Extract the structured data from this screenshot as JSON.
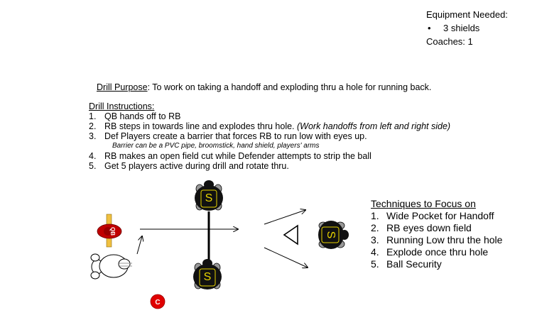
{
  "equipment": {
    "heading": "Equipment Needed:",
    "items": [
      "3 shields"
    ],
    "coaches": "Coaches:  1"
  },
  "purpose": {
    "label": "Drill Purpose",
    "text": ": To work on taking a handoff  and exploding thru a hole for running back."
  },
  "instructions": {
    "heading": "Drill Instructions:",
    "steps": [
      {
        "num": "1.",
        "text": "QB hands off to RB"
      },
      {
        "num": "2.",
        "text": "RB steps in towards line and explodes thru hole. ",
        "italic": "(Work handoffs from left and right side)"
      },
      {
        "num": "3.",
        "text": "Def Players create a barrier that forces RB to run low with eyes up."
      },
      {
        "num": "4.",
        "text": "RB makes an open field cut while Defender attempts to strip the ball"
      },
      {
        "num": "5.",
        "text": "Get 5 players active during drill and rotate thru."
      }
    ],
    "note": "Barrier can be a PVC pipe, broomstick, hand shield, players' arms"
  },
  "techniques": {
    "heading": "Techniques to Focus on",
    "items": [
      {
        "num": "1.",
        "text": "Wide Pocket for Handoff"
      },
      {
        "num": "2.",
        "text": "RB eyes down field"
      },
      {
        "num": "3.",
        "text": "Running Low thru the hole"
      },
      {
        "num": "4.",
        "text": "Explode once thru hole"
      },
      {
        "num": "5.",
        "text": "Ball Security"
      }
    ]
  },
  "diagram": {
    "shield_label": "S",
    "qb_label": "QB",
    "coach_label": "C",
    "colors": {
      "shield_body": "#111111",
      "shield_text": "#e8d400",
      "qb_red": "#c00000",
      "qb_pole": "#f0c040",
      "coach_red": "#e00000"
    }
  }
}
